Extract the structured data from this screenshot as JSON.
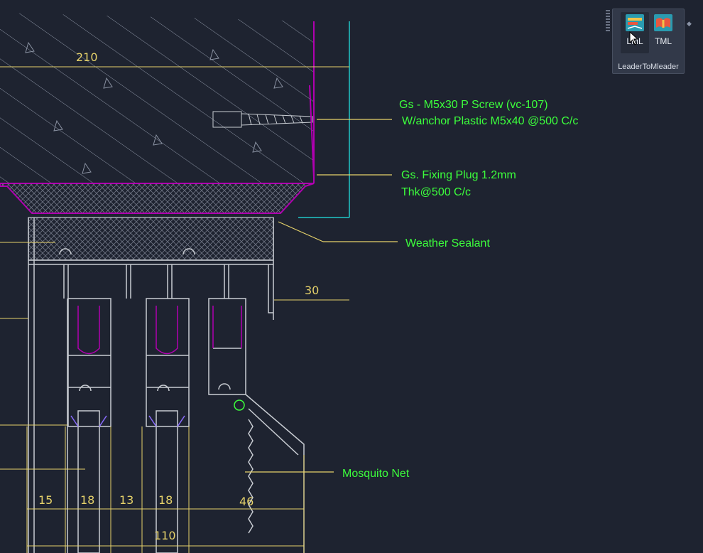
{
  "ribbon": {
    "panel_title": "LeaderToMleader",
    "buttons": [
      {
        "label": "LML",
        "icon": "leader-to-mleader-icon"
      },
      {
        "label": "TML",
        "icon": "text-to-mleader-icon"
      }
    ]
  },
  "dimensions": {
    "d210": "210",
    "d30": "30",
    "d15": "15",
    "d18a": "18",
    "d13": "13",
    "d18b": "18",
    "d46": "46",
    "d110": "110"
  },
  "annotations": {
    "screw_line1": "Gs - M5x30 P Screw (vc-107)",
    "screw_line2": "W/anchor Plastic M5x40 @500 C/c",
    "plug_line1": "Gs. Fixing Plug 1.2mm",
    "plug_line2": "Thk@500 C/c",
    "sealant": "Weather Sealant",
    "net": "Mosquito Net"
  },
  "colors": {
    "background": "#1e2330",
    "dimension": "#e6d26a",
    "annotation": "#3cff3c",
    "profile": "#c8ccd2",
    "gasket": "#b000b0",
    "hatch": "#8b93a3",
    "leader": "#e6d26a",
    "cyan_line": "#20c8c8"
  }
}
